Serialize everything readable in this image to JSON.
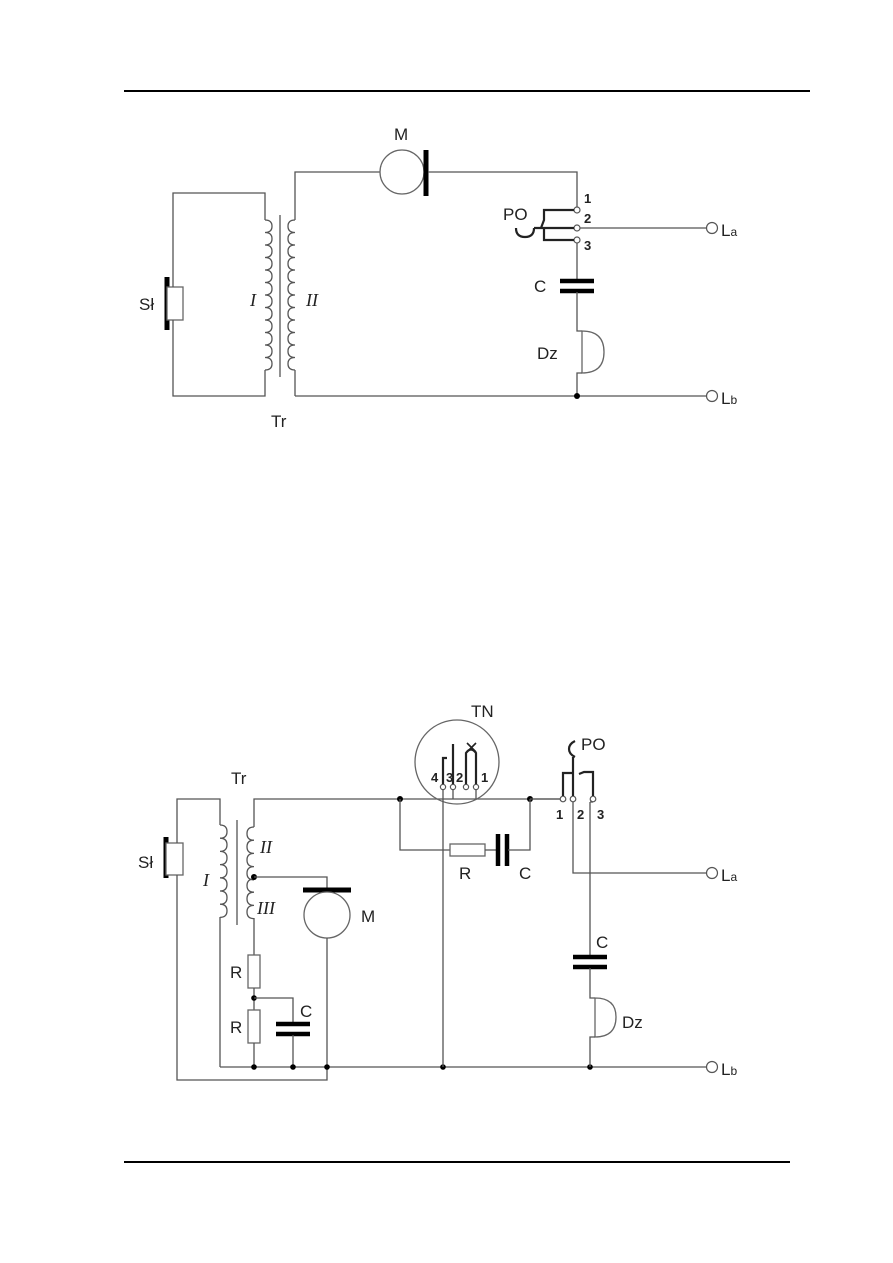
{
  "document": {
    "header_rule": true,
    "footer_rule": true
  },
  "diagram1": {
    "labels": {
      "microphone": "M",
      "transformer": "Tr",
      "winding_primary": "I",
      "winding_secondary": "II",
      "handset": "Sł",
      "capacitor": "C",
      "bell": "Dz",
      "hook_switch": "PO",
      "line_a": "L",
      "line_a_sub": "a",
      "line_b": "L",
      "line_b_sub": "b",
      "terminal_1": "1",
      "terminal_2": "2",
      "terminal_3": "3"
    }
  },
  "diagram2": {
    "labels": {
      "transformer": "Tr",
      "handset": "Sł",
      "winding_primary": "I",
      "winding_secondary": "II",
      "winding_tertiary": "III",
      "microphone": "M",
      "resistor_upper": "R",
      "resistor_lower": "R",
      "capacitor_left": "C",
      "dial": "TN",
      "dial_contact_4": "4",
      "dial_contact_3": "3",
      "dial_contact_2": "2",
      "dial_contact_1": "1",
      "resistor_spark": "R",
      "capacitor_spark": "C",
      "hook_switch": "PO",
      "terminal_1": "1",
      "terminal_2": "2",
      "terminal_3": "3",
      "capacitor_bell": "C",
      "bell": "Dz",
      "line_a": "L",
      "line_a_sub": "a",
      "line_b": "L",
      "line_b_sub": "b"
    }
  }
}
